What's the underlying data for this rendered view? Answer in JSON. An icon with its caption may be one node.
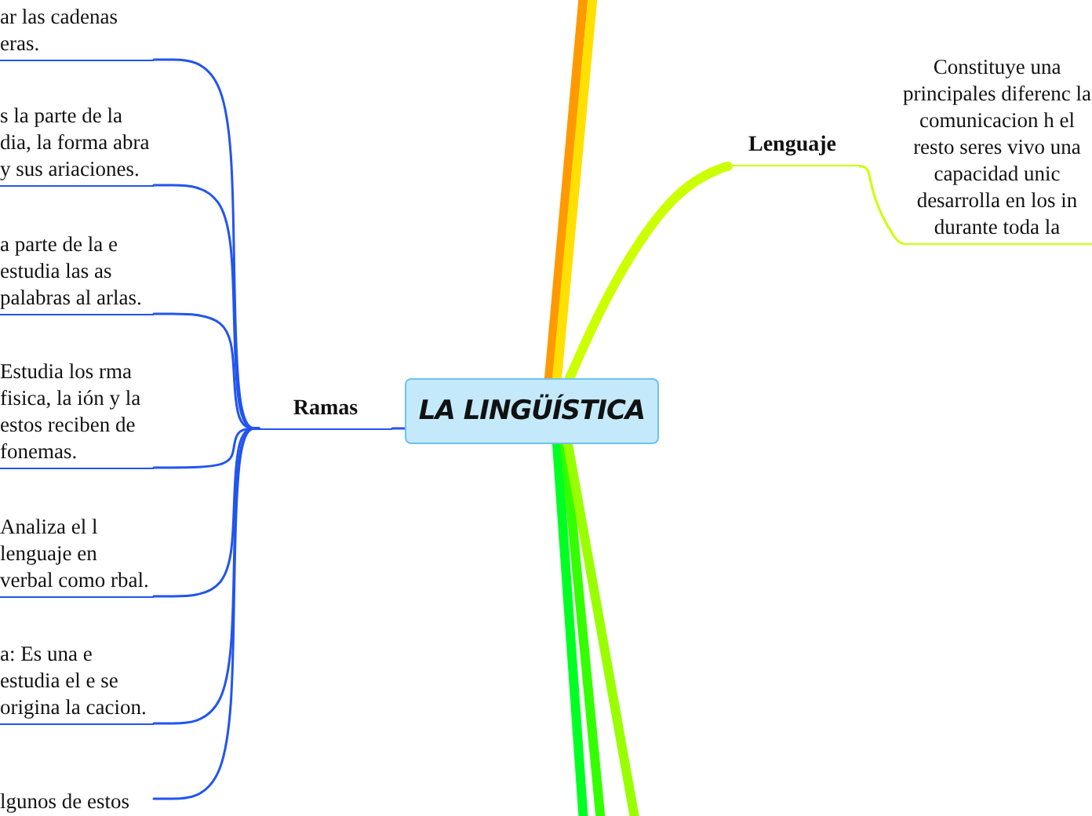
{
  "diagram": {
    "nodes": [
      {
        "text": [
          "LA LINGÜÍSTICA"
        ]
      },
      {
        "text": [
          "Ramas"
        ]
      },
      {
        "text": [
          "ar las cadenas eras."
        ]
      },
      {
        "text": [
          "s la parte de la dia, la forma abra y sus ariaciones."
        ]
      },
      {
        "text": [
          "a parte de la e estudia las as palabras al arlas."
        ]
      },
      {
        "text": [
          "Estudia los rma fisica, la ión y la estos reciben de fonemas."
        ]
      },
      {
        "text": [
          "Analiza el l lenguaje en verbal como rbal."
        ]
      },
      {
        "text": [
          "a: Es una e estudia el e se origina la cacion."
        ]
      },
      {
        "text": [
          "lgunos de estos"
        ]
      },
      {
        "text": [
          "Lenguaje"
        ]
      },
      {
        "text": [
          "Constituye una principales diferenc la comunicacion h el resto seres vivo una capacidad unic desarrolla en los in durante toda la"
        ]
      }
    ],
    "edges": [
      {
        "from": 0,
        "to": 1,
        "arrow": "none"
      },
      {
        "from": 1,
        "to": 2,
        "arrow": "none"
      },
      {
        "from": 1,
        "to": 3,
        "arrow": "none"
      },
      {
        "from": 1,
        "to": 4,
        "arrow": "none"
      },
      {
        "from": 1,
        "to": 5,
        "arrow": "none"
      },
      {
        "from": 1,
        "to": 6,
        "arrow": "none"
      },
      {
        "from": 1,
        "to": 7,
        "arrow": "none"
      },
      {
        "from": 1,
        "to": 8,
        "arrow": "none"
      },
      {
        "from": 0,
        "to": 9,
        "arrow": "none",
        "style": "thick",
        "color": "#ccff00"
      },
      {
        "from": 9,
        "to": 10,
        "arrow": "none",
        "color": "#ccff00"
      },
      {
        "from": 0,
        "to": null,
        "arrow": "none",
        "style": "thick",
        "color": "#ff9900"
      },
      {
        "from": 0,
        "to": null,
        "arrow": "none",
        "style": "thick",
        "color": "#ffe000"
      },
      {
        "from": 0,
        "to": null,
        "arrow": "none",
        "style": "thick",
        "color": "#00ff22"
      },
      {
        "from": 0,
        "to": null,
        "arrow": "none",
        "style": "thick",
        "color": "#33ff00"
      },
      {
        "from": 0,
        "to": null,
        "arrow": "none",
        "style": "thick",
        "color": "#99ff00"
      }
    ]
  }
}
